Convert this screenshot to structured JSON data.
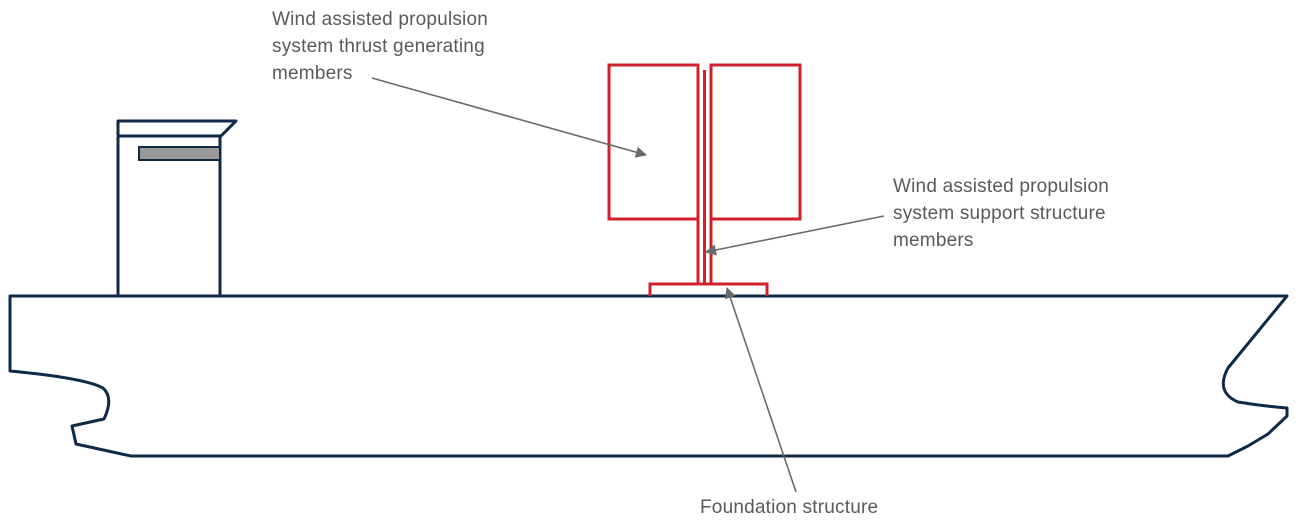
{
  "colors": {
    "hull": "#0e2a47",
    "wasp": "#d0202e",
    "window": "#999999",
    "leader": "#6a6a6a",
    "text": "#5a5a5a",
    "background": "#ffffff"
  },
  "labels": {
    "thrust_members": [
      "Wind assisted propulsion",
      "system thrust generating",
      "members"
    ],
    "support_members": [
      "Wind assisted propulsion",
      "system support structure",
      "members"
    ],
    "foundation": [
      "Foundation structure"
    ]
  }
}
